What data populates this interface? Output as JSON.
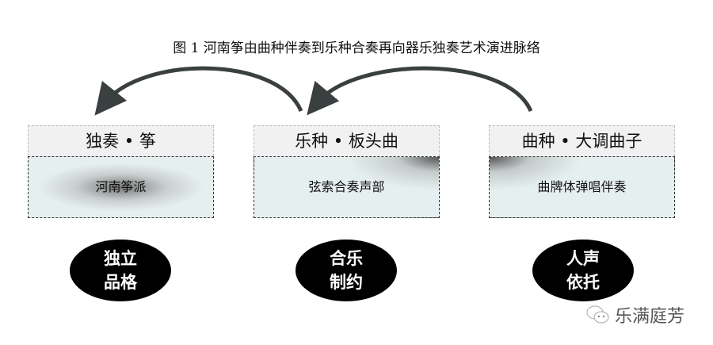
{
  "title": "图 1  河南筝由曲种伴奏到乐种合奏再向器乐独奏艺术演进脉络",
  "columns": [
    {
      "header": "独奏 • 筝",
      "body": "河南筝派",
      "oval": [
        "独立",
        "品格"
      ]
    },
    {
      "header": "乐种 • 板头曲",
      "body": "弦索合奏声部",
      "oval": [
        "合乐",
        "制约"
      ]
    },
    {
      "header": "曲种 • 大调曲子",
      "body": "曲牌体弹唱伴奏",
      "oval": [
        "人声",
        "依托"
      ]
    }
  ],
  "watermark": {
    "icon": "wechat-icon",
    "text": "乐满庭芳"
  }
}
